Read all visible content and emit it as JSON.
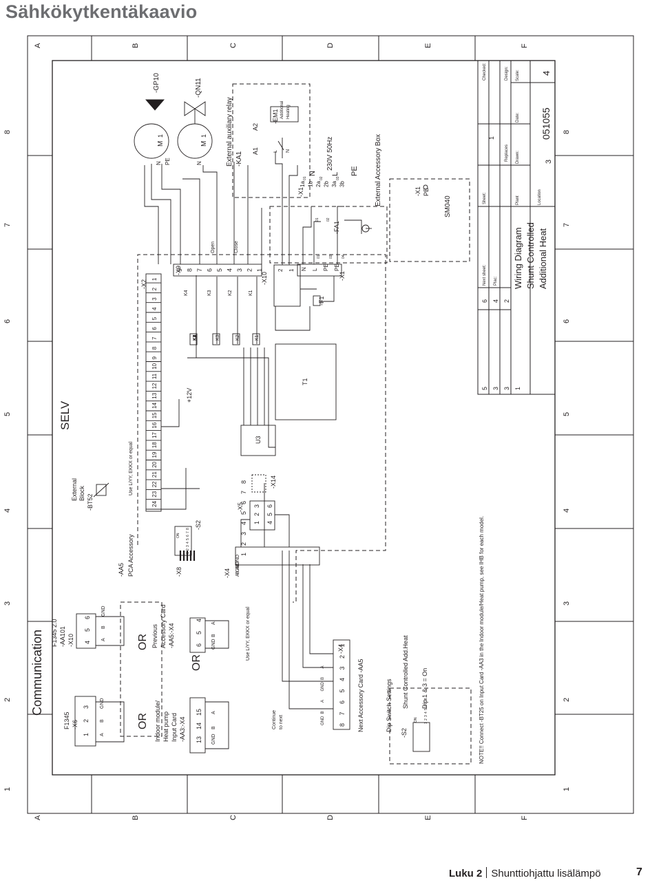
{
  "page_title": "Sähkökytkentäkaavio",
  "footer": {
    "chapter": "Luku 2",
    "section": "Shunttiohjattu lisälämpö",
    "page": "7"
  },
  "border": {
    "columns": [
      "1",
      "2",
      "3",
      "4",
      "5",
      "6",
      "7",
      "8"
    ],
    "rows": [
      "A",
      "B",
      "C",
      "D",
      "E",
      "F"
    ]
  },
  "labels": {
    "communication": "Communication",
    "selv": "SELV",
    "f1345": "F1345",
    "x6": "-X6",
    "f1345_20": "F1345 2.0",
    "aa101": "-AA101",
    "x10a": "-X10",
    "t123": [
      "1",
      "2",
      "3"
    ],
    "t456": [
      "4",
      "5",
      "6"
    ],
    "abgnd": [
      "A",
      "B",
      "GND"
    ],
    "or1": "OR",
    "or2": "OR",
    "or3": "OR",
    "indoor": [
      "Indoor module/",
      "Heat pump",
      "Input Card",
      "-AA3:-X4"
    ],
    "indoor_terms": [
      "13",
      "14",
      "15"
    ],
    "previous": [
      "Previous",
      "Accessory Card",
      "-AA5:-X4"
    ],
    "previous_terms": [
      "6",
      "5",
      "4"
    ],
    "gndba": [
      "GND",
      "B",
      "A"
    ],
    "external_block": [
      "External",
      "Block"
    ],
    "bt52": "-BT52",
    "aa5": "-AA5",
    "pca": "PCA Accessory",
    "on": "ON",
    "dip8": [
      "1",
      "2",
      "3",
      "4",
      "5",
      "6",
      "7",
      "8"
    ],
    "s2": "-S2",
    "x8": "-X8",
    "use_liyy_top": "Use LiYY, EKKX or equal",
    "use_liyy_mid": "Use LiYY, EKKX or equal",
    "x2": "-X2",
    "x2_terms": [
      "24",
      "23",
      "22",
      "21",
      "20",
      "19",
      "18",
      "17",
      "16",
      "15",
      "14",
      "13",
      "12",
      "11",
      "10",
      "9",
      "8",
      "7",
      "6",
      "5",
      "4",
      "3",
      "2",
      "1"
    ],
    "x4": "-X4",
    "x4_sig": [
      "A",
      "B",
      "GND",
      "A",
      "B",
      "GND"
    ],
    "x4_terms": [
      "1",
      "2",
      "3",
      "4",
      "5",
      "6",
      "7",
      "8"
    ],
    "x5": "-X5",
    "x5_top": [
      "1",
      "2",
      "3"
    ],
    "x5_bot": [
      "4",
      "5",
      "6"
    ],
    "x14": "-X14",
    "u3": "U3",
    "t1": "T1",
    "plus12v": "+12V",
    "relays": [
      "K4",
      "K3",
      "K2",
      "K1"
    ],
    "x9": "-X9",
    "x9_terms": [
      "9",
      "8",
      "7",
      "6",
      "5",
      "4",
      "3",
      "2",
      "1"
    ],
    "open": "Open",
    "close": "Close",
    "x10": "-X10",
    "x10_terms": [
      "2",
      "1"
    ],
    "f1": "-F1",
    "x1_terms": [
      "N",
      "L",
      "PE",
      "PE"
    ],
    "x1_small": [
      "01",
      "03",
      "04"
    ],
    "x1": "-X1",
    "fa1": "-FA1",
    "fa1_small": [
      "01",
      "02"
    ],
    "ext_x1": "-X1",
    "ext_terms": [
      "1a",
      "1b",
      "2a",
      "2b",
      "3a",
      "3b"
    ],
    "ext_small": [
      "01",
      "02",
      "03"
    ],
    "n": "N",
    "l": "L",
    "pe": "PE",
    "v230": "230V 50Hz",
    "ext_box": "External Accessory Box",
    "aux_relay": "External auxiliary relay",
    "ka1": "-KA1",
    "a1": "A1",
    "a2": "A2",
    "em1": "-EM1",
    "additional": [
      "Additional",
      "Heating"
    ],
    "qn11": "-QN11",
    "gp10": "-GP10",
    "motor_m": "M",
    "motor_1": "1",
    "motor_n": "N",
    "motor_pe": "PE",
    "x1_sm": "-X1",
    "pe_sm": "PE",
    "sm040": "SM040",
    "continue": [
      "Continue",
      "to next"
    ],
    "next_terms": [
      "8",
      "7",
      "6",
      "5",
      "4",
      "3",
      "2",
      "1"
    ],
    "next_gnd": [
      "GND",
      "B",
      "A",
      "GND",
      "B",
      "A"
    ],
    "x4b": "-X4",
    "next_card": "Next Accessory Card -AA5",
    "dip_settings": "Dip Switch Settings",
    "s2b": "-S2",
    "shunt_text": "Shunt Controlled Add.Heat",
    "dip13": "Dip 1 & 3 = On",
    "note": "NOTE!! Connect -BT25 on Input Card -AA3 in the Indoor module/Heat pump, see IHB for each model."
  },
  "title_block": {
    "rev_col": [
      "5",
      "3",
      "3",
      "1"
    ],
    "rev_col2": [
      "6",
      "4",
      "2"
    ],
    "title": [
      "Wiring Diagram",
      "Shunt Controlled",
      "Additional Heat"
    ],
    "next_sheet": "Next sheet:",
    "sheet": "Sheet:",
    "sheet_val": "1",
    "checked": "Checked:",
    "plac": "Plac:",
    "replaces": "Replaces",
    "design": "Design:",
    "plant": "Plant",
    "drawn": "Drawn:",
    "date": "Date:",
    "scale": "Scale:",
    "location": "Location",
    "loc_val": "3",
    "doc_no": "051055",
    "rev": "4"
  }
}
